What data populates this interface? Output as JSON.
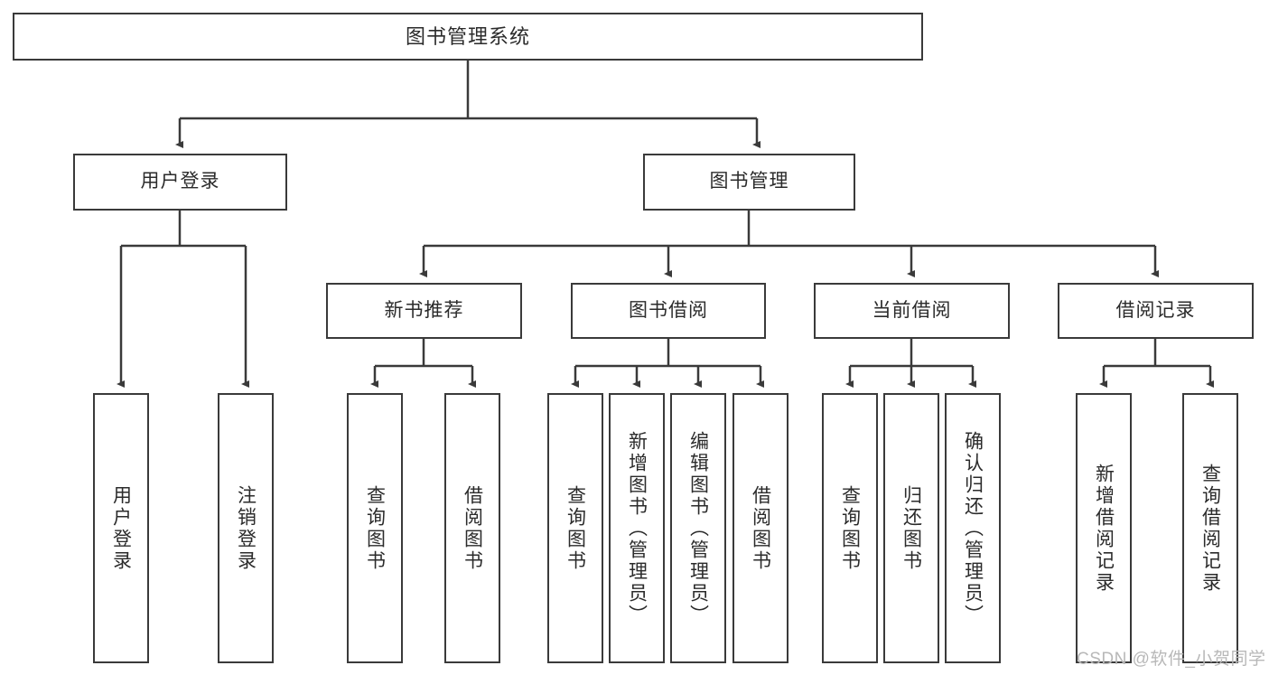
{
  "diagram": {
    "type": "tree-hierarchy",
    "title": "图书管理系统",
    "root": {
      "id": "root",
      "label": "图书管理系统"
    },
    "level1": [
      {
        "id": "user-login",
        "label": "用户登录"
      },
      {
        "id": "book-manage",
        "label": "图书管理"
      }
    ],
    "level2": [
      {
        "id": "new-book-recommend",
        "label": "新书推荐",
        "parent": "book-manage"
      },
      {
        "id": "book-borrow",
        "label": "图书借阅",
        "parent": "book-manage"
      },
      {
        "id": "current-borrow",
        "label": "当前借阅",
        "parent": "book-manage"
      },
      {
        "id": "borrow-record",
        "label": "借阅记录",
        "parent": "book-manage"
      }
    ],
    "leaves": [
      {
        "id": "leaf-user-login",
        "label": "用户登录",
        "parent": "user-login"
      },
      {
        "id": "leaf-logout-login",
        "label": "注销登录",
        "parent": "user-login"
      },
      {
        "id": "leaf-query-book-1",
        "label": "查询图书",
        "parent": "new-book-recommend"
      },
      {
        "id": "leaf-borrow-book-1",
        "label": "借阅图书",
        "parent": "new-book-recommend"
      },
      {
        "id": "leaf-query-book-2",
        "label": "查询图书",
        "parent": "book-borrow"
      },
      {
        "id": "leaf-add-book",
        "label": "新增图书（管理员）",
        "parent": "book-borrow"
      },
      {
        "id": "leaf-edit-book",
        "label": "编辑图书（管理员）",
        "parent": "book-borrow"
      },
      {
        "id": "leaf-borrow-book-2",
        "label": "借阅图书",
        "parent": "book-borrow"
      },
      {
        "id": "leaf-query-book-3",
        "label": "查询图书",
        "parent": "current-borrow"
      },
      {
        "id": "leaf-return-book",
        "label": "归还图书",
        "parent": "current-borrow"
      },
      {
        "id": "leaf-confirm-return",
        "label": "确认归还（管理员）",
        "parent": "current-borrow"
      },
      {
        "id": "leaf-add-record",
        "label": "新增借阅记录",
        "parent": "borrow-record"
      },
      {
        "id": "leaf-query-record",
        "label": "查询借阅记录",
        "parent": "borrow-record"
      }
    ],
    "colors": {
      "stroke": "#3a3a3a",
      "fill": "#ffffff",
      "text": "#2b2b2b",
      "watermark": "#b8b8b8"
    }
  },
  "watermark": {
    "text": "CSDN @软件_小贺同学"
  }
}
